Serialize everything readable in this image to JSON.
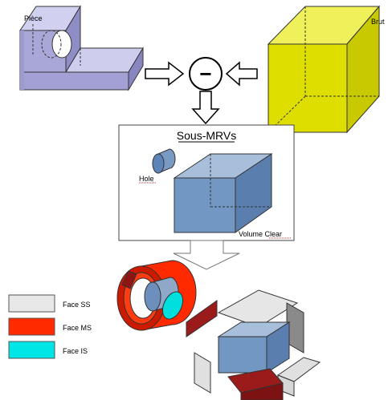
{
  "labels": {
    "piece": "Pièce",
    "brut": "Brut",
    "operator": "−",
    "sub_mrvs_title": "Sous-MRVs",
    "hole": "Hole",
    "volume_clear": "Volume Clear"
  },
  "legend": [
    {
      "label": "Face SS",
      "color": "#e8e8e8"
    },
    {
      "label": "Face MS",
      "color": "#ff2a00"
    },
    {
      "label": "Face IS",
      "color": "#00e6e6"
    }
  ],
  "colors": {
    "piece": "#b8b6e6",
    "brut": "#e0e000",
    "volume": "#6f92bd",
    "dark_red": "#9b1b1b",
    "grey_face": "#8a8a8a"
  }
}
